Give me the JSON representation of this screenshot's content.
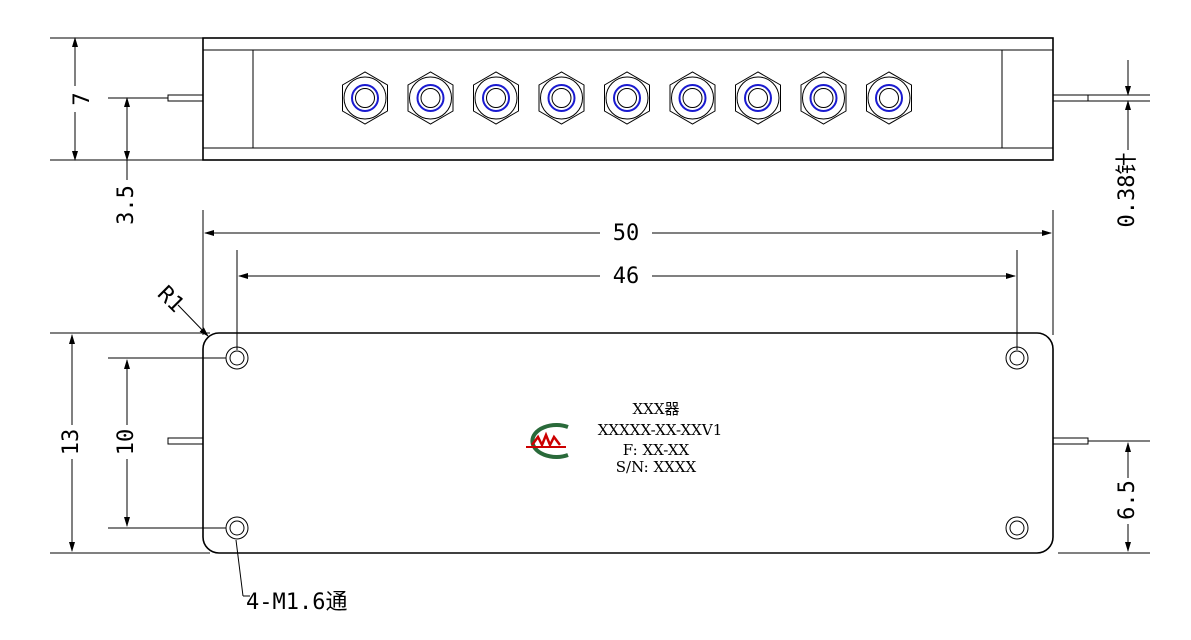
{
  "dimensions": {
    "top_height": "7",
    "pin_height": "3.5",
    "pin_size": "0.38针",
    "overall_length": "50",
    "hole_spacing": "46",
    "corner_radius": "R1",
    "body_height": "13",
    "hole_vertical": "10",
    "side_pin_offset": "6.5",
    "hole_callout": "4-M1.6通"
  },
  "label": {
    "line1": "XXX器",
    "line2": "XXXXX-XX-XXV1",
    "line3": "F: XX-XX",
    "line4": "S/N: XXXX"
  },
  "connectors": {
    "count": 9,
    "accent_color": "#1a1ad0"
  },
  "logo": {
    "accent_color": "#cc0000",
    "ring_color": "#2a6a3a",
    "icon": "company-logo-icon"
  }
}
